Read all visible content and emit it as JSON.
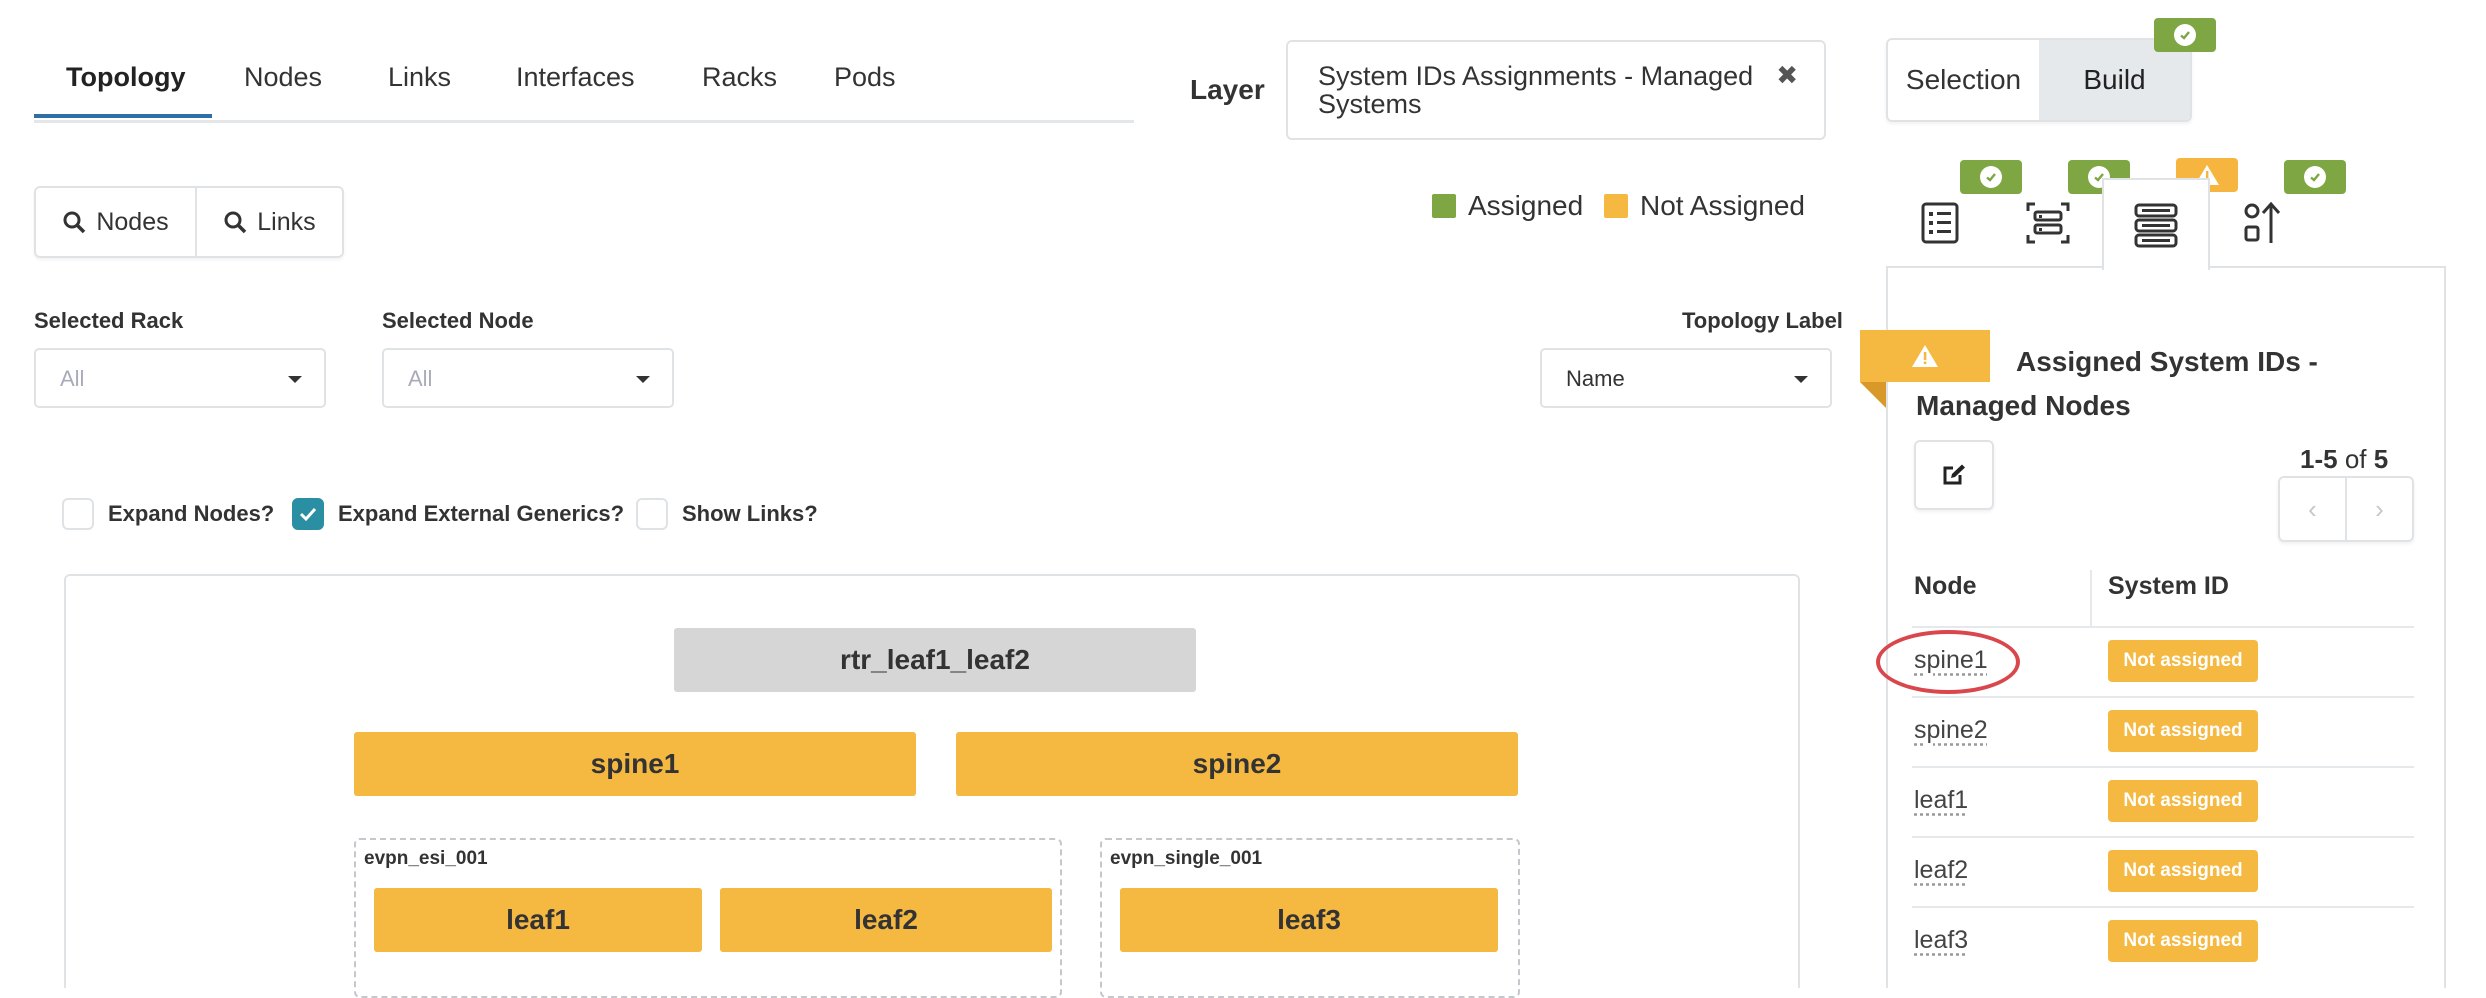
{
  "tabs": [
    {
      "label": "Topology",
      "active": true
    },
    {
      "label": "Nodes"
    },
    {
      "label": "Links"
    },
    {
      "label": "Interfaces"
    },
    {
      "label": "Racks"
    },
    {
      "label": "Pods"
    }
  ],
  "layer": {
    "label": "Layer",
    "value": "System IDs Assignments - Managed Systems",
    "clear_icon": "close-icon"
  },
  "mode": {
    "selection": "Selection",
    "build": "Build"
  },
  "search": {
    "nodes": "Nodes",
    "links": "Links"
  },
  "legend": [
    {
      "label": "Assigned",
      "color": "#7ea642"
    },
    {
      "label": "Not Assigned",
      "color": "#f5b942"
    }
  ],
  "filters": {
    "rack": {
      "label": "Selected Rack",
      "value": "All"
    },
    "node": {
      "label": "Selected Node",
      "value": "All"
    },
    "topology_label": {
      "label": "Topology Label",
      "value": "Name"
    }
  },
  "checkboxes": [
    {
      "label": "Expand Nodes?",
      "checked": false
    },
    {
      "label": "Expand External Generics?",
      "checked": true
    },
    {
      "label": "Show Links?",
      "checked": false
    }
  ],
  "topology": {
    "router": "rtr_leaf1_leaf2",
    "spines": [
      "spine1",
      "spine2"
    ],
    "groups": [
      {
        "name": "evpn_esi_001",
        "nodes": [
          "leaf1",
          "leaf2"
        ]
      },
      {
        "name": "evpn_single_001",
        "nodes": [
          "leaf3"
        ]
      }
    ]
  },
  "side_tabs": [
    {
      "icon": "list-icon",
      "status": "ok"
    },
    {
      "icon": "server-device-icon",
      "status": "ok"
    },
    {
      "icon": "server-stack-icon",
      "status": "warning",
      "active": true
    },
    {
      "icon": "sort-shapes-icon",
      "status": "ok"
    }
  ],
  "panel": {
    "title": "Assigned System IDs - Managed Nodes",
    "pager": {
      "range": "1-5",
      "of": "of",
      "total": "5"
    },
    "columns": [
      "Node",
      "System ID"
    ],
    "rows": [
      {
        "node": "spine1",
        "system_id": "Not assigned"
      },
      {
        "node": "spine2",
        "system_id": "Not assigned"
      },
      {
        "node": "leaf1",
        "system_id": "Not assigned"
      },
      {
        "node": "leaf2",
        "system_id": "Not assigned"
      },
      {
        "node": "leaf3",
        "system_id": "Not assigned"
      }
    ]
  }
}
